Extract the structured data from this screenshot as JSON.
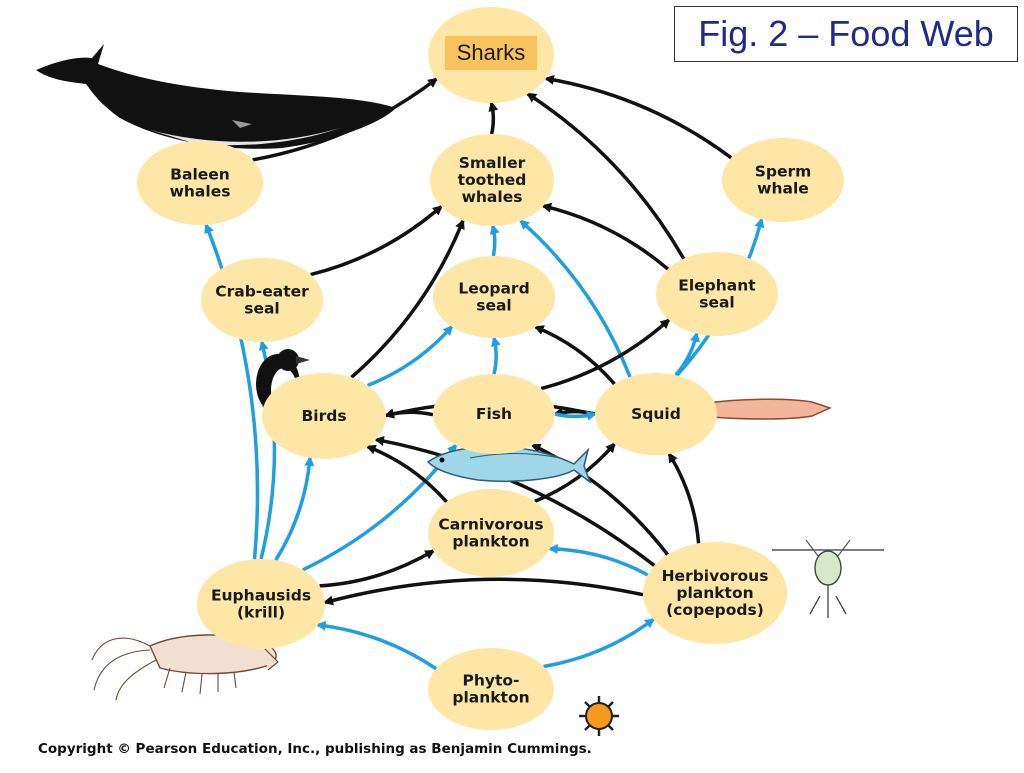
{
  "title": "Fig. 2 – Food Web",
  "copyright": "Copyright © Pearson Education, Inc., publishing as Benjamin Cummings.",
  "colors": {
    "node_fill": "#fde6a6",
    "sharks_box": "#f8c25c",
    "blue_arrow": "#1ea0e0",
    "black_arrow": "#111111"
  },
  "nodes": {
    "sharks": [
      "Sharks"
    ],
    "baleen": [
      "Baleen",
      "whales"
    ],
    "smaller": [
      "Smaller",
      "toothed",
      "whales"
    ],
    "sperm": [
      "Sperm",
      "whale"
    ],
    "crab": [
      "Crab-eater",
      "seal"
    ],
    "leopard": [
      "Leopard",
      "seal"
    ],
    "elephant": [
      "Elephant",
      "seal"
    ],
    "birds": [
      "Birds"
    ],
    "fish": [
      "Fish"
    ],
    "squid": [
      "Squid"
    ],
    "carni": [
      "Carnivorous",
      "plankton"
    ],
    "euph": [
      "Euphausids",
      "(krill)"
    ],
    "herb": [
      "Herbivorous",
      "plankton",
      "(copepods)"
    ],
    "phyto": [
      "Phyto-",
      "plankton"
    ]
  },
  "links": [
    {
      "from": "baleen",
      "to": "sharks",
      "color": "black"
    },
    {
      "from": "smaller",
      "to": "sharks",
      "color": "black"
    },
    {
      "from": "sperm",
      "to": "sharks",
      "color": "black"
    },
    {
      "from": "elephant",
      "to": "sharks",
      "color": "black"
    },
    {
      "from": "crab",
      "to": "smaller",
      "color": "black"
    },
    {
      "from": "birds",
      "to": "smaller",
      "color": "black"
    },
    {
      "from": "elephant",
      "to": "smaller",
      "color": "black"
    },
    {
      "from": "leopard",
      "to": "smaller",
      "color": "blue"
    },
    {
      "from": "squid",
      "to": "smaller",
      "color": "blue"
    },
    {
      "from": "squid",
      "to": "sperm",
      "color": "blue"
    },
    {
      "from": "euph",
      "to": "baleen",
      "color": "blue"
    },
    {
      "from": "euph",
      "to": "crab",
      "color": "blue"
    },
    {
      "from": "euph",
      "to": "birds",
      "color": "blue"
    },
    {
      "from": "euph",
      "to": "fish",
      "color": "blue"
    },
    {
      "from": "euph",
      "to": "carni",
      "color": "black"
    },
    {
      "from": "birds",
      "to": "leopard",
      "color": "blue"
    },
    {
      "from": "fish",
      "to": "leopard",
      "color": "blue"
    },
    {
      "from": "squid",
      "to": "leopard",
      "color": "black"
    },
    {
      "from": "fish",
      "to": "elephant",
      "color": "black"
    },
    {
      "from": "squid",
      "to": "elephant",
      "color": "blue"
    },
    {
      "from": "fish",
      "to": "birds",
      "color": "black"
    },
    {
      "from": "squid",
      "to": "birds",
      "color": "black"
    },
    {
      "from": "squid",
      "to": "fish",
      "color": "black"
    },
    {
      "from": "fish",
      "to": "squid",
      "color": "blue"
    },
    {
      "from": "carni",
      "to": "birds",
      "color": "black"
    },
    {
      "from": "carni",
      "to": "squid",
      "color": "black"
    },
    {
      "from": "herb",
      "to": "birds",
      "color": "black"
    },
    {
      "from": "herb",
      "to": "fish",
      "color": "black"
    },
    {
      "from": "herb",
      "to": "squid",
      "color": "black"
    },
    {
      "from": "herb",
      "to": "carni",
      "color": "blue"
    },
    {
      "from": "herb",
      "to": "euph",
      "color": "black"
    },
    {
      "from": "phyto",
      "to": "euph",
      "color": "blue"
    },
    {
      "from": "phyto",
      "to": "herb",
      "color": "blue"
    }
  ],
  "illustrations": [
    "whale-illustration",
    "penguin-illustration",
    "fish-illustration",
    "squid-illustration",
    "krill-illustration",
    "copepod-illustration",
    "phytoplankton-illustration"
  ]
}
